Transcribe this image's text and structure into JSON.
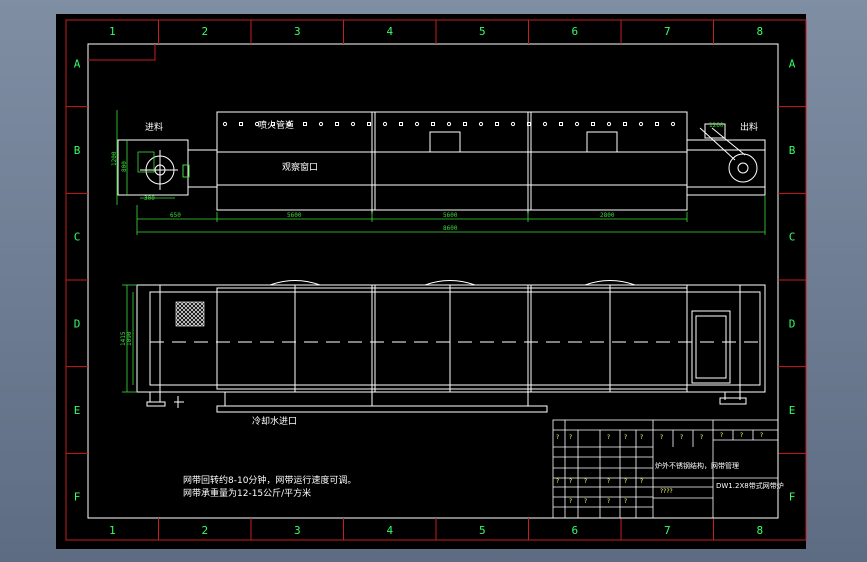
{
  "colors": {
    "background": "#000000",
    "frame_red": "#c81e1e",
    "border_white": "#ffffff",
    "dim_green": "#3cdc3c",
    "text_yellow": "#ffff66",
    "zone_green": "#33ff66"
  },
  "border": {
    "columns": [
      "1",
      "2",
      "3",
      "4",
      "5",
      "6",
      "7",
      "8"
    ],
    "rows": [
      "A",
      "B",
      "C",
      "D",
      "E",
      "F"
    ]
  },
  "top_view": {
    "label_in": "进料",
    "label_out": "出料",
    "label_burner": "喷火管道",
    "label_observe": "观察窗口",
    "label_inlet": "冷却水进口",
    "dims": {
      "total": "8600",
      "seg1": "5600",
      "seg2": "5600",
      "seg3": "2800",
      "left": "650",
      "height_a": "1200",
      "height_b": "800",
      "roll": "300",
      "right": "1260"
    }
  },
  "side_view": {
    "dim_a": "1415",
    "dim_b": "1090"
  },
  "notes": {
    "line1": "网带回转约8-10分钟，网带运行速度可调。",
    "line2": "网带承重量为12-15公斤/平方米"
  },
  "title_block": {
    "note": "炉外不锈钢结构，网带管理",
    "drawing_name": "DW1.2X8带式网带炉",
    "code": "????",
    "q": "?"
  }
}
